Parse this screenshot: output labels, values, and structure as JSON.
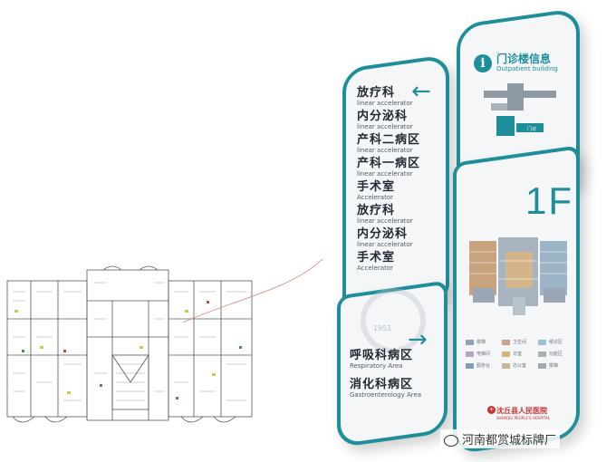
{
  "directory": {
    "upper": [
      {
        "zh": "放疗科",
        "en": "linear accelerator"
      },
      {
        "zh": "内分泌科",
        "en": "linear accelerator"
      },
      {
        "zh": "产科二病区",
        "en": "linear accelerator"
      },
      {
        "zh": "产科一病区",
        "en": "linear accelerator"
      },
      {
        "zh": "手术室",
        "en": "Accelerator"
      },
      {
        "zh": "放疗科",
        "en": "linear accelerator"
      },
      {
        "zh": "内分泌科",
        "en": "linear accelerator"
      },
      {
        "zh": "手术室",
        "en": "Accelerator"
      }
    ],
    "lower": [
      {
        "zh": "呼吸科病区",
        "en": "Respiratory  Area"
      },
      {
        "zh": "消化科病区",
        "en": "Gastroenterology  Area"
      }
    ],
    "arrow_up": "←",
    "arrow_down": "→",
    "logo_year": "1951"
  },
  "info": {
    "icon": "i",
    "title": "门诊楼信息",
    "subtitle": "Outpatient building",
    "map_label": "门诊"
  },
  "floor": {
    "label": "1F"
  },
  "legend": [
    {
      "text": "楼梯",
      "color": "#8fa3b8"
    },
    {
      "text": "卫生间",
      "color": "#c7a48a"
    },
    {
      "text": "候诊区",
      "color": "#9cc3cf"
    },
    {
      "text": "电梯间",
      "color": "#b9a4c4"
    },
    {
      "text": "诊室",
      "color": "#d8b37a"
    },
    {
      "text": "功能区",
      "color": "#a8b8a0"
    },
    {
      "text": "服务台",
      "color": "#7f9fb5"
    },
    {
      "text": "办公室",
      "color": "#c9b79a"
    },
    {
      "text": "楼梯",
      "color": "#a0a8b4"
    }
  ],
  "hospital": {
    "name": "沈丘县人民医院",
    "en": "SHENQIU PEOPLE'S HOSPITAL"
  },
  "watermark": "河南都赏城标牌厂"
}
